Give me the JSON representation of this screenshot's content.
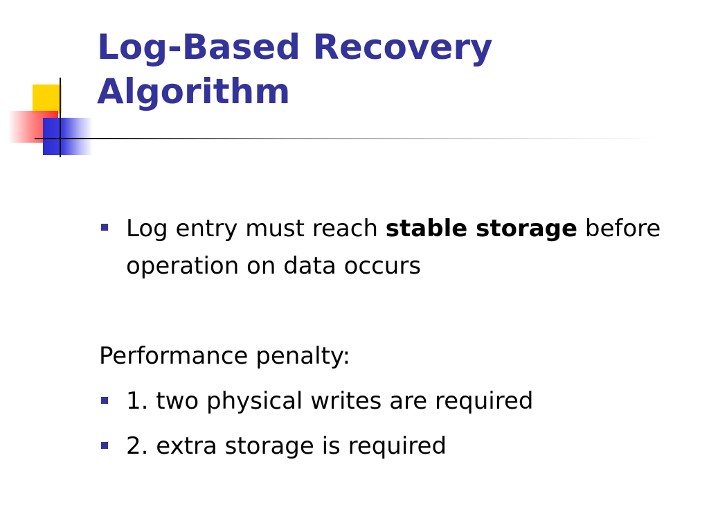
{
  "slide": {
    "title": "Log-Based Recovery Algorithm",
    "bullet1": {
      "text_before": "Log entry must reach ",
      "emphasis": "stable storage",
      "text_after": " before operation on data occurs"
    },
    "plain_line": "Performance penalty:",
    "bullet2": "1. two physical writes are required",
    "bullet3": "2. extra storage is required",
    "colors": {
      "title": "#333399",
      "bullet": "#333399",
      "text": "#000000",
      "deco_yellow": "#ffd400",
      "deco_red": "#ff2a2a",
      "deco_blue": "#2b2bd0"
    },
    "icons": [
      "square-bullet-icon",
      "corner-decoration-icon"
    ]
  }
}
